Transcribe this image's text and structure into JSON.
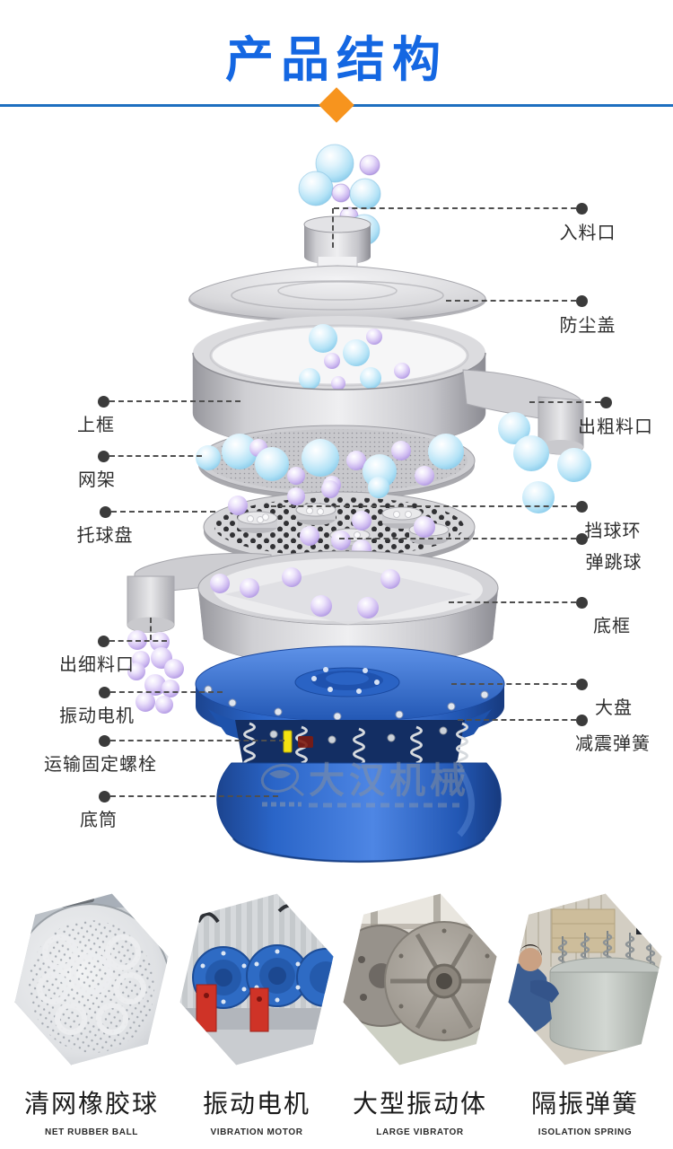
{
  "header": {
    "title": "产品结构"
  },
  "labels": {
    "right": [
      {
        "text": "入料口"
      },
      {
        "text": "防尘盖"
      },
      {
        "text": "出粗料口"
      },
      {
        "text": "挡球环"
      },
      {
        "text": "弹跳球"
      },
      {
        "text": "底框"
      },
      {
        "text": "大盘"
      },
      {
        "text": "减震弹簧"
      }
    ],
    "left": [
      {
        "text": "上框"
      },
      {
        "text": "网架"
      },
      {
        "text": "托球盘"
      },
      {
        "text": "出细料口"
      },
      {
        "text": "振动电机"
      },
      {
        "text": "运输固定螺栓"
      },
      {
        "text": "底筒"
      }
    ]
  },
  "watermark": {
    "text": "大汉机械"
  },
  "gallery": [
    {
      "title": "清网橡胶球",
      "subtitle": "NET RUBBER BALL"
    },
    {
      "title": "振动电机",
      "subtitle": "VIBRATION MOTOR"
    },
    {
      "title": "大型振动体",
      "subtitle": "LARGE VIBRATOR"
    },
    {
      "title": "隔振弹簧",
      "subtitle": "ISOLATION SPRING"
    }
  ],
  "colors": {
    "title_blue": "#1467e2",
    "divider_blue": "#1e6fc0",
    "diamond_orange": "#f7941e",
    "machine_blue": "#2a65c8",
    "ball_blue": "#a8dcf2",
    "ball_purple": "#c6b2ec",
    "label_text": "#2e2e2e"
  }
}
